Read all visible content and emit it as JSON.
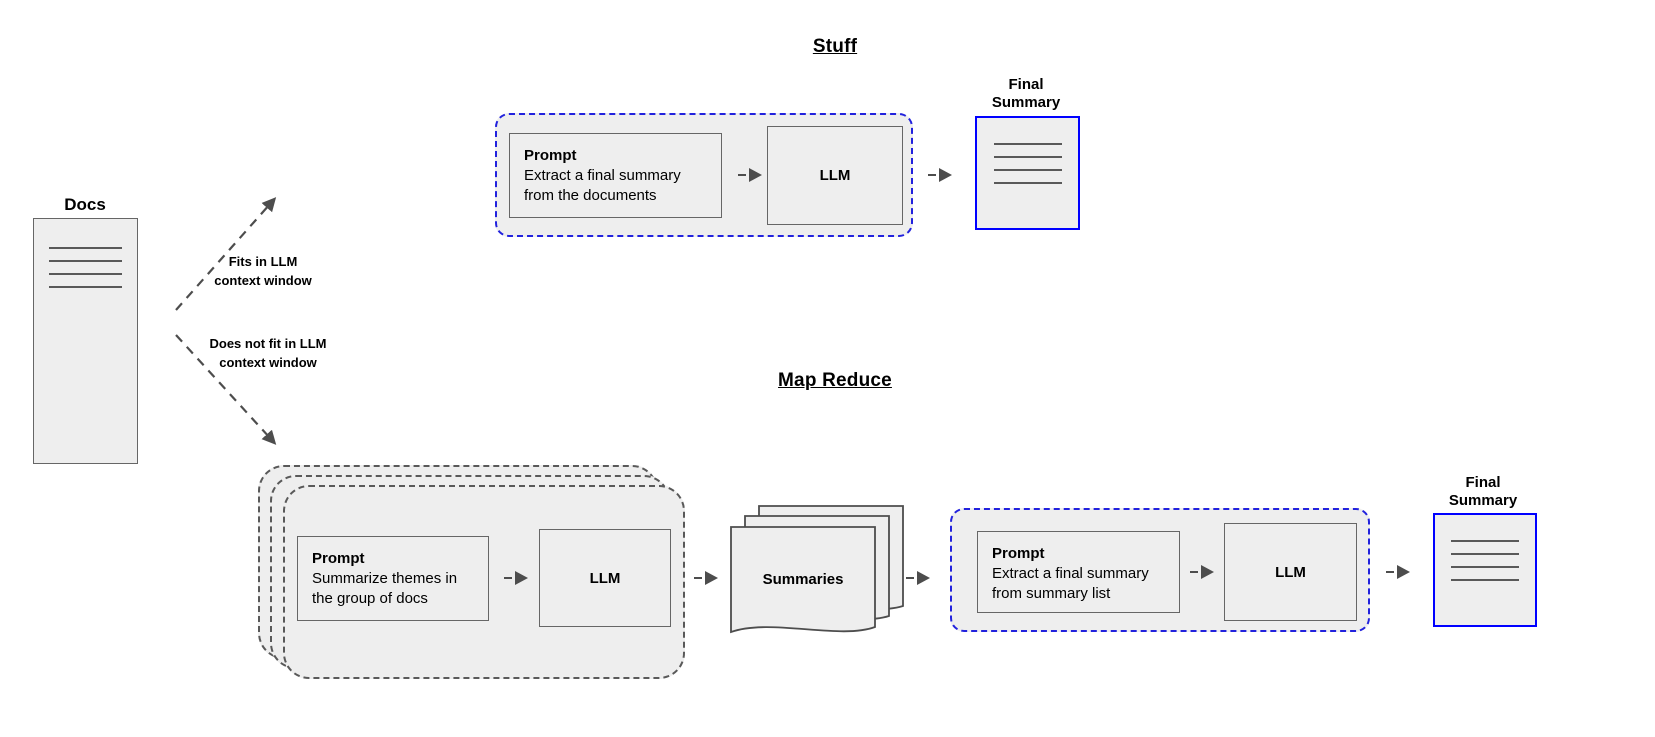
{
  "diagram": {
    "sections": {
      "stuff": {
        "title": "Stuff",
        "prompt": {
          "title": "Prompt",
          "line1": "Extract a final summary",
          "line2": "from the documents"
        },
        "llm": "LLM",
        "final_summary": {
          "line1": "Final",
          "line2": "Summary"
        }
      },
      "map_reduce": {
        "title": "Map Reduce",
        "map_prompt": {
          "title": "Prompt",
          "line1": "Summarize themes in",
          "line2": "the group of docs"
        },
        "map_llm": "LLM",
        "summaries": "Summaries",
        "reduce_prompt": {
          "title": "Prompt",
          "line1": "Extract a final summary",
          "line2": "from summary list"
        },
        "reduce_llm": "LLM",
        "final_summary": {
          "line1": "Final",
          "line2": "Summary"
        }
      }
    },
    "source": {
      "label": "Docs"
    },
    "edges": {
      "fits": {
        "line1": "Fits in LLM",
        "line2": "context window"
      },
      "not_fits": {
        "line1": "Does not fit in LLM",
        "line2": "context window"
      }
    },
    "colors": {
      "accent_blue": "#0000ff",
      "dashed_blue": "#2222dd",
      "box_fill": "#eeeeee",
      "box_stroke": "#666666",
      "arrow": "#4d4d4d"
    }
  }
}
